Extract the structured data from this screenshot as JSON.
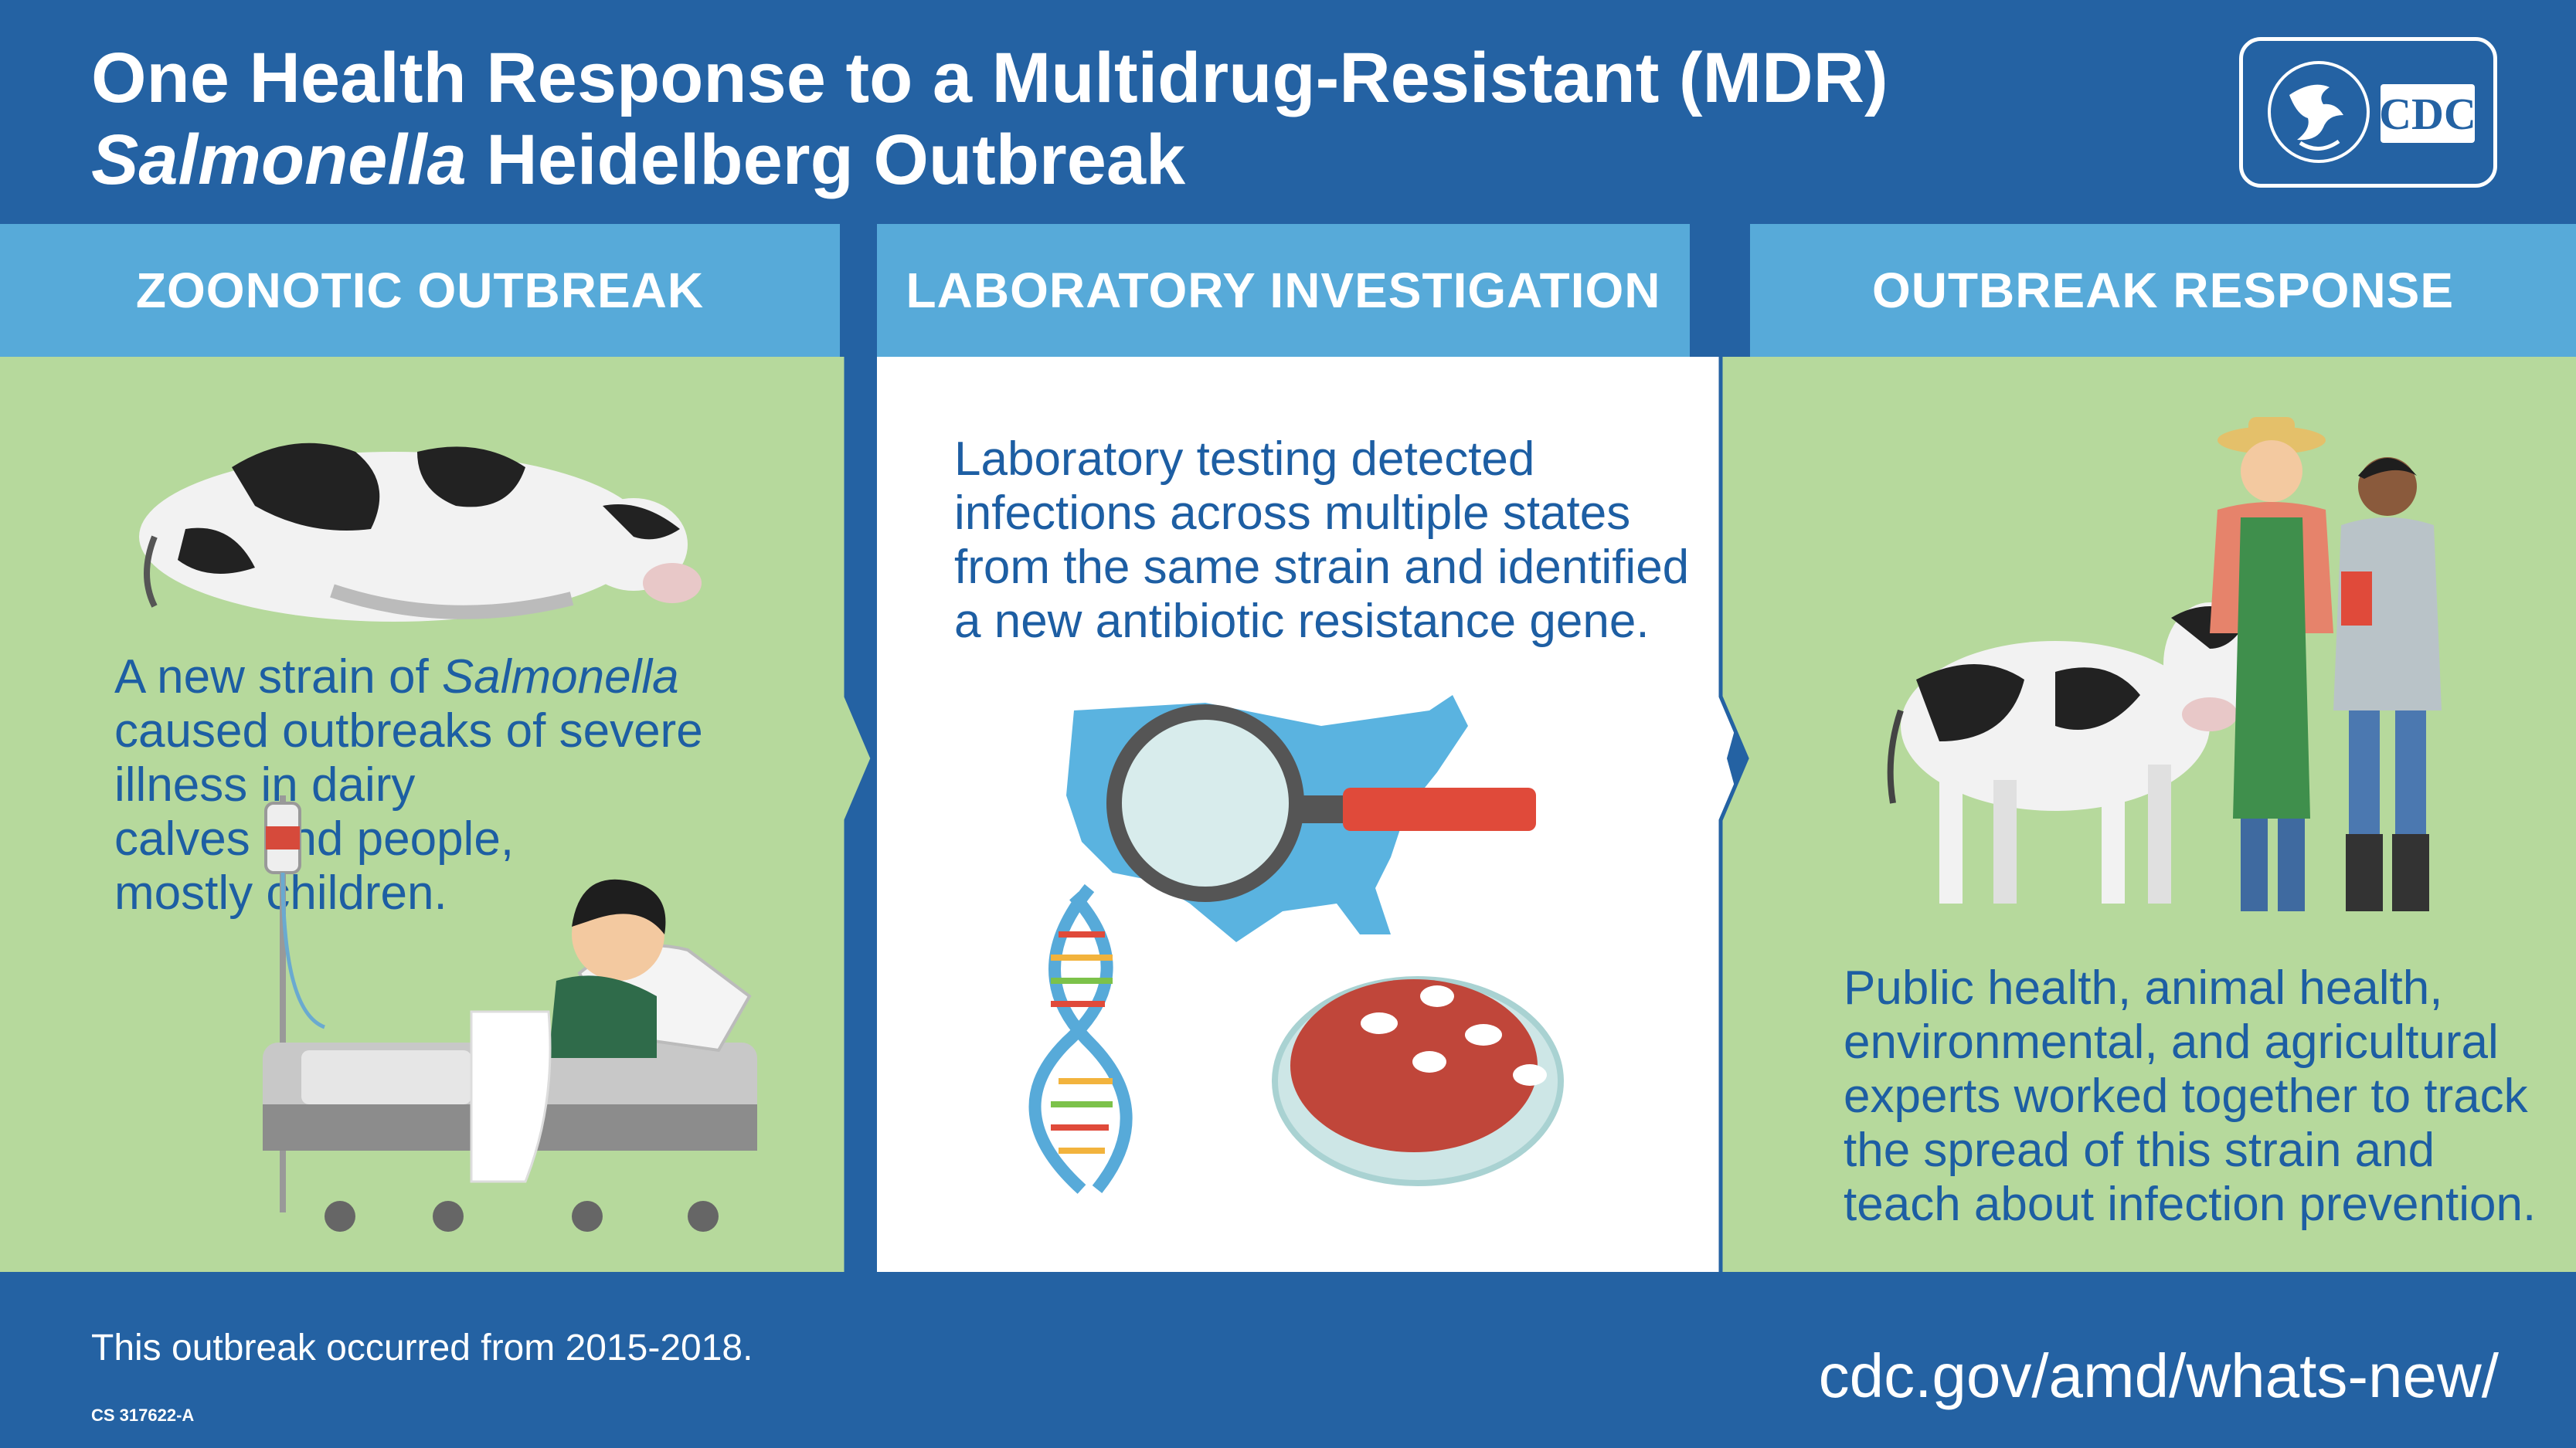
{
  "title": {
    "line1": "One Health Response to a Multidrug-Resistant (MDR)",
    "line2_italic": "Salmonella",
    "line2_rest": " Heidelberg Outbreak"
  },
  "logo": {
    "text": "CDC",
    "icon": "hhs-eagle-icon"
  },
  "sections": [
    {
      "header": "ZOONOTIC OUTBREAK",
      "text_pre": "A new strain of ",
      "text_italic": "Salmonella",
      "text_lines": [
        "caused outbreaks of severe",
        "illness in dairy",
        "calves and people,",
        "mostly children."
      ]
    },
    {
      "header": "LABORATORY INVESTIGATION",
      "text_lines": [
        "Laboratory testing detected",
        "infections across multiple states",
        "from the same strain and identified",
        "a new antibiotic resistance gene."
      ]
    },
    {
      "header": "OUTBREAK RESPONSE",
      "text_lines": [
        "Public health, animal health,",
        "environmental, and agricultural",
        "experts worked together to track",
        "the spread of this strain and",
        "teach about infection prevention."
      ]
    }
  ],
  "footer": {
    "note": "This outbreak occurred from 2015-2018.",
    "url": "cdc.gov/amd/whats-new/",
    "code": "CS 317622-A"
  },
  "colors": {
    "dark_blue": "#2462a3",
    "header_blue": "#57aad9",
    "green": "#b6d99c",
    "text_blue": "#1d5ea3"
  },
  "icons": [
    "lying-cow-icon",
    "sick-child-in-bed-icon",
    "iv-drip-icon",
    "us-map-icon",
    "magnifying-glass-icon",
    "dna-helix-icon",
    "petri-dish-icon",
    "calf-icon",
    "farmer-icon",
    "veterinarian-icon"
  ]
}
